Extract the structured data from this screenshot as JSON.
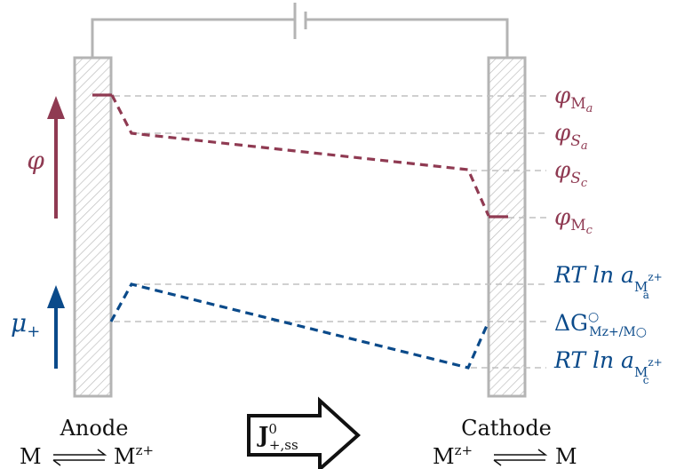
{
  "colors": {
    "potential": "#8f3a52",
    "chemical": "#0a4a8a",
    "electrode": "#b4b4b4",
    "guide": "#c0c0c0",
    "text": "#111111"
  },
  "left_axis": {
    "phi_symbol": "φ",
    "mu_symbol": "μ",
    "mu_sub": "+"
  },
  "potential_labels": [
    {
      "base": "φ",
      "sub": "M",
      "subsub": "a"
    },
    {
      "base": "φ",
      "sub": "S",
      "subsub": "a"
    },
    {
      "base": "φ",
      "sub": "S",
      "subsub": "c"
    },
    {
      "base": "φ",
      "sub": "M",
      "subsub": "c"
    }
  ],
  "chemical_labels": {
    "top": {
      "main": "RT ln a",
      "sub": "M",
      "sup": "z+",
      "subsub": "a"
    },
    "mid": {
      "main": "ΔG",
      "sup": "○",
      "sub": "Mz+/M○"
    },
    "bottom": {
      "main": "RT ln a",
      "sub": "M",
      "sup": "z+",
      "subsub": "c"
    }
  },
  "anode": {
    "title": "Anode",
    "left": "M",
    "right": "M",
    "right_sup": "z+"
  },
  "cathode": {
    "title": "Cathode",
    "left": "M",
    "left_sup": "z+",
    "right": "M"
  },
  "flux": {
    "main": "J",
    "sup": "0",
    "sub": "+,ss"
  }
}
